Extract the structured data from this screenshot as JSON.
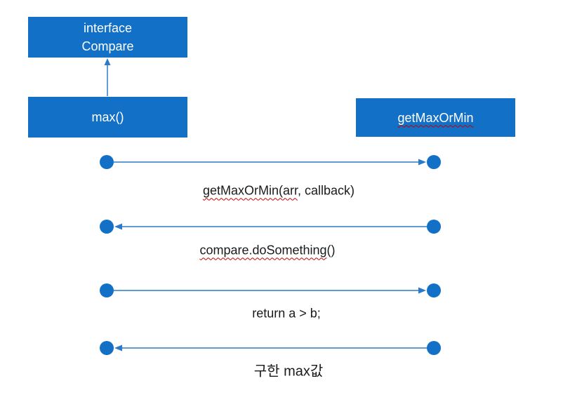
{
  "slide": {
    "colors": {
      "shape_fill": "#1271C7",
      "connector_line": "#2A7AC9",
      "box_text": "#FFFFFF",
      "label_text": "#1A1A1A",
      "spellcheck_squiggle": "#C40000",
      "background": "#FFFFFF"
    },
    "boxes": {
      "interface": {
        "line1": "interface",
        "line2": "Compare"
      },
      "caller": {
        "label": "max()"
      },
      "callee": {
        "label": "getMaxOrMin"
      }
    },
    "inheritance_arrow": {
      "from": "max()",
      "to": "interface Compare",
      "direction": "up"
    },
    "messages": [
      {
        "text": "getMaxOrMin(arr, callback)",
        "misspelled_part": "getMaxOrMin(arr",
        "plain_part": ", callback)",
        "direction": "left-to-right"
      },
      {
        "text": "compare.doSomething()",
        "misspelled_part": "compare.doSomething",
        "plain_part": "()",
        "direction": "right-to-left"
      },
      {
        "text": "return a > b;",
        "misspelled_part": "",
        "plain_part": "return a > b;",
        "direction": "left-to-right"
      },
      {
        "text": "구한 max값",
        "misspelled_part": "",
        "plain_part": "구한 max값",
        "direction": "right-to-left"
      }
    ]
  }
}
